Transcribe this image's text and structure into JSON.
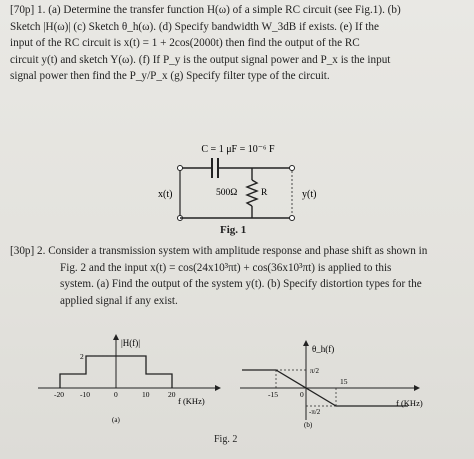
{
  "problem1": {
    "lines": [
      "[70p] 1. (a) Determine the transfer function H(ω) of a simple RC circuit (see Fig.1). (b)",
      "Sketch |H(ω)| (c) Sketch θ_h(ω). (d) Specify bandwidth W_3dB if exists. (e) If the",
      "input of the RC circuit is x(t) = 1 + 2cos(2000t) then find the output of the RC",
      "circuit y(t) and sketch Y(ω). (f) If P_y is the output signal power and P_x is the input",
      "signal power then find the P_y/P_x (g) Specify filter type of the circuit."
    ]
  },
  "figure1": {
    "capacitor_label": "C = 1 μF = 10⁻⁶ F",
    "input_label": "x(t)",
    "resistor_value": "500Ω",
    "resistor_label": "R",
    "output_label": "y(t)",
    "caption": "Fig. 1"
  },
  "problem2": {
    "lines": [
      "[30p] 2. Consider a transmission system with amplitude response and phase shift as shown in",
      "Fig. 2 and the input x(t) = cos(24x10³πt) + cos(36x10³πt) is applied to this",
      "system. (a) Find the output of the system y(t). (b) Specify distortion types for the",
      "applied signal if any exist."
    ]
  },
  "figure2": {
    "amp": {
      "ylabel": "|H(f)|",
      "y_tick": "2",
      "x_ticks": [
        "-20",
        "-10",
        "0",
        "10",
        "20"
      ],
      "xlabel": "f (KHz)",
      "sub": "(a)"
    },
    "phase": {
      "ylabel": "θ_h(f)",
      "y_top": "π/2",
      "y_bottom": "-π/2",
      "x_tick_neg": "-15",
      "x_tick_zero": "0",
      "x_tick_pos": "15",
      "xlabel": "f (KHz)",
      "sub": "(b)"
    },
    "caption": "Fig. 2"
  }
}
